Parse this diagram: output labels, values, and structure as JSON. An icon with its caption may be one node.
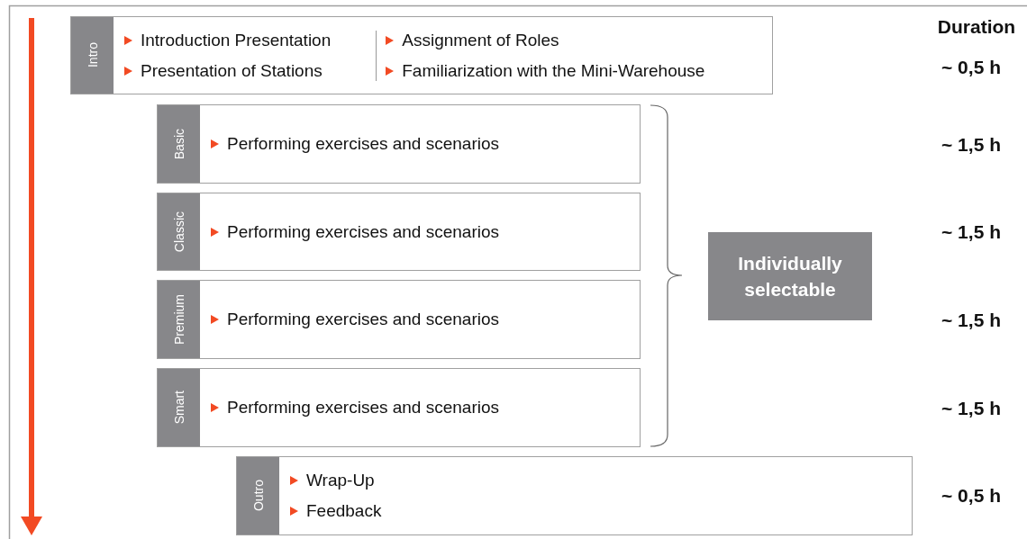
{
  "diagram": {
    "nodes": [
      {
        "text": [
          "Intro",
          "Introduction Presentation",
          "Presentation of Stations",
          "Assignment of Roles",
          "Familiarization with the Mini-Warehouse"
        ]
      },
      {
        "text": [
          "Basic",
          "Performing exercises and scenarios"
        ]
      },
      {
        "text": [
          "Classic",
          "Performing exercises and scenarios"
        ]
      },
      {
        "text": [
          "Premium",
          "Performing exercises and scenarios"
        ]
      },
      {
        "text": [
          "Smart",
          "Performing exercises and scenarios"
        ]
      },
      {
        "text": [
          "Outro",
          "Wrap-Up",
          "Feedback"
        ]
      },
      {
        "text": [
          "Individually selectable"
        ]
      }
    ],
    "labels": [
      "Duration",
      "~ 0,5 h",
      "~ 1,5 h",
      "~ 1,5 h",
      "~ 1,5 h",
      "~ 1,5 h",
      "~ 0,5 h"
    ]
  }
}
